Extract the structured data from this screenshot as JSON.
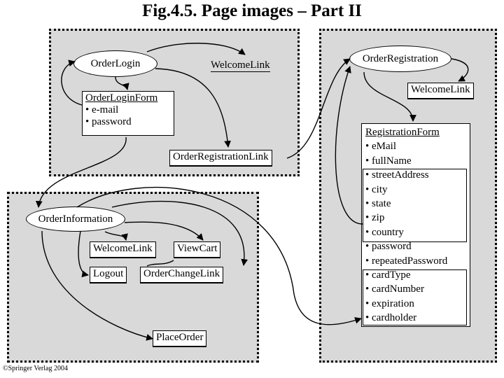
{
  "title": "Fig.4.5. Page images – Part II",
  "copyright": "©Springer Verlag 2004",
  "group_login": {
    "order_login": "OrderLogin",
    "welcome_link": "WelcomeLink",
    "login_form": {
      "title": "OrderLoginForm",
      "fields": [
        "• e-mail",
        "• password"
      ]
    },
    "order_registration_link": "OrderRegistrationLink"
  },
  "group_registration": {
    "order_registration": "OrderRegistration",
    "welcome_link": "WelcomeLink",
    "registration_form": {
      "title": "RegistrationForm",
      "fields": [
        "• eMail",
        "• fullName",
        "• streetAddress",
        "• city",
        "• state",
        "• zip",
        "• country",
        "• password",
        "• repeatedPassword",
        "• cardType",
        "• cardNumber",
        "• expiration",
        "• cardholder"
      ]
    }
  },
  "group_information": {
    "order_information": "OrderInformation",
    "welcome_link": "WelcomeLink",
    "view_cart": "ViewCart",
    "logout": "Logout",
    "order_change_link": "OrderChangeLink",
    "place_order": "PlaceOrder"
  }
}
